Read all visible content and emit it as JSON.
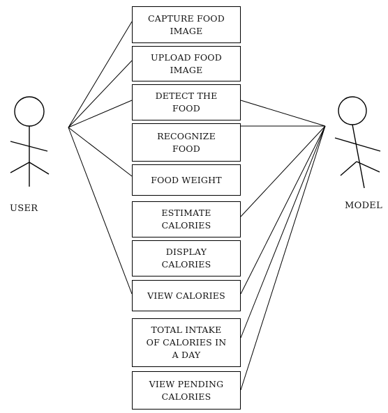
{
  "actors": {
    "user": {
      "label": "USER",
      "icon": "stick-figure-icon"
    },
    "model": {
      "label": "MODEL",
      "icon": "stick-figure-icon"
    }
  },
  "use_cases": [
    {
      "id": "capture-food-image",
      "lines": [
        "CAPTURE FOOD",
        "IMAGE"
      ],
      "linked_to": [
        "USER"
      ]
    },
    {
      "id": "upload-food-image",
      "lines": [
        "UPLOAD FOOD",
        "IMAGE"
      ],
      "linked_to": [
        "USER"
      ]
    },
    {
      "id": "detect-the-food",
      "lines": [
        "DETECT THE",
        "FOOD"
      ],
      "linked_to": [
        "USER",
        "MODEL"
      ]
    },
    {
      "id": "recognize-food",
      "lines": [
        "RECOGNIZE",
        "FOOD"
      ],
      "linked_to": [
        "MODEL"
      ]
    },
    {
      "id": "food-weight",
      "lines": [
        "FOOD WEIGHT"
      ],
      "linked_to": [
        "USER"
      ]
    },
    {
      "id": "estimate-calories",
      "lines": [
        "ESTIMATE",
        "CALORIES"
      ],
      "linked_to": [
        "MODEL"
      ]
    },
    {
      "id": "display-calories",
      "lines": [
        "DISPLAY",
        "CALORIES"
      ],
      "linked_to": []
    },
    {
      "id": "view-calories",
      "lines": [
        "VIEW CALORIES"
      ],
      "linked_to": [
        "USER",
        "MODEL"
      ]
    },
    {
      "id": "total-intake",
      "lines": [
        "TOTAL INTAKE",
        "OF CALORIES IN",
        "A DAY"
      ],
      "linked_to": [
        "MODEL"
      ]
    },
    {
      "id": "view-pending-calories",
      "lines": [
        "VIEW PENDING",
        "CALORIES"
      ],
      "linked_to": [
        "MODEL"
      ]
    }
  ],
  "colors": {
    "stroke": "#000000",
    "text": "#111111",
    "background": "#ffffff"
  }
}
